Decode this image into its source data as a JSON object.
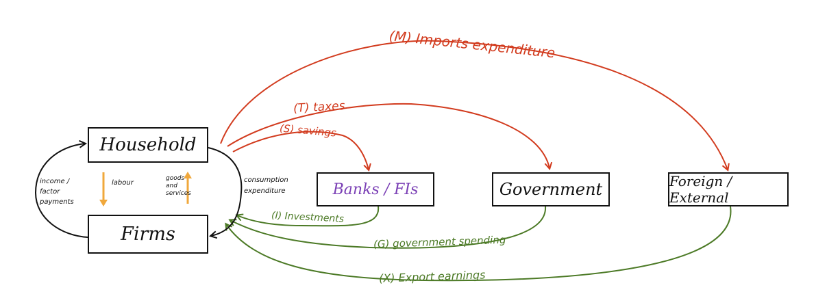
{
  "nodes": {
    "household": "Household",
    "firms": "Firms",
    "banks": "Banks / FIs",
    "government": "Government",
    "foreign": "Foreign / External"
  },
  "labels": {
    "imports": "(M) Imports expenditure",
    "taxes": "(T) taxes",
    "savings": "(S) savings",
    "consumption": "consumption expenditure",
    "labour": "labour",
    "goods": "goods and services",
    "income": "income / factor payments",
    "investments": "(I) Investments",
    "gov_spending": "(G) government spending",
    "exports": "(X) Export earnings"
  },
  "colors": {
    "outflow": "#d23b1e",
    "inflow": "#4c7a26",
    "banks_text": "#7a3fb5",
    "inner_arrows": "#f0a83c"
  }
}
